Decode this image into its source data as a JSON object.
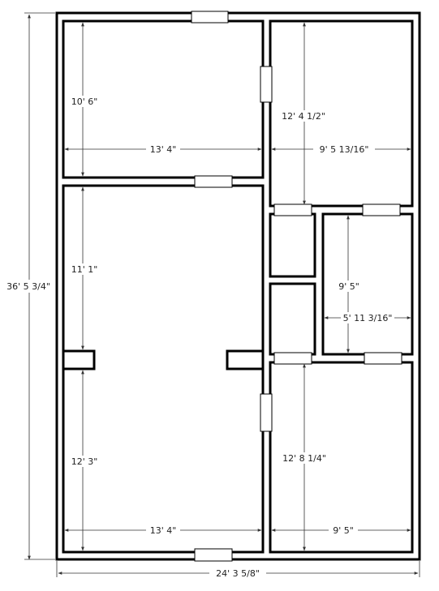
{
  "dimensions": {
    "overall_height": "36' 5 3/4\"",
    "overall_width": "24' 3 5/8\"",
    "room_top_left_height": "10' 6\"",
    "room_top_left_width": "13' 4\"",
    "room_top_right_height": "12' 4 1/2\"",
    "room_top_right_width": "9' 5 13/16\"",
    "room_mid_left_upper_height": "11' 1\"",
    "room_mid_right_height": "9' 5\"",
    "room_mid_right_width": "5' 11 3/16\"",
    "room_bottom_left_height": "12' 3\"",
    "room_bottom_left_width": "13' 4\"",
    "room_bottom_right_height": "12' 8 1/4\"",
    "room_bottom_right_width": "9' 5\""
  }
}
